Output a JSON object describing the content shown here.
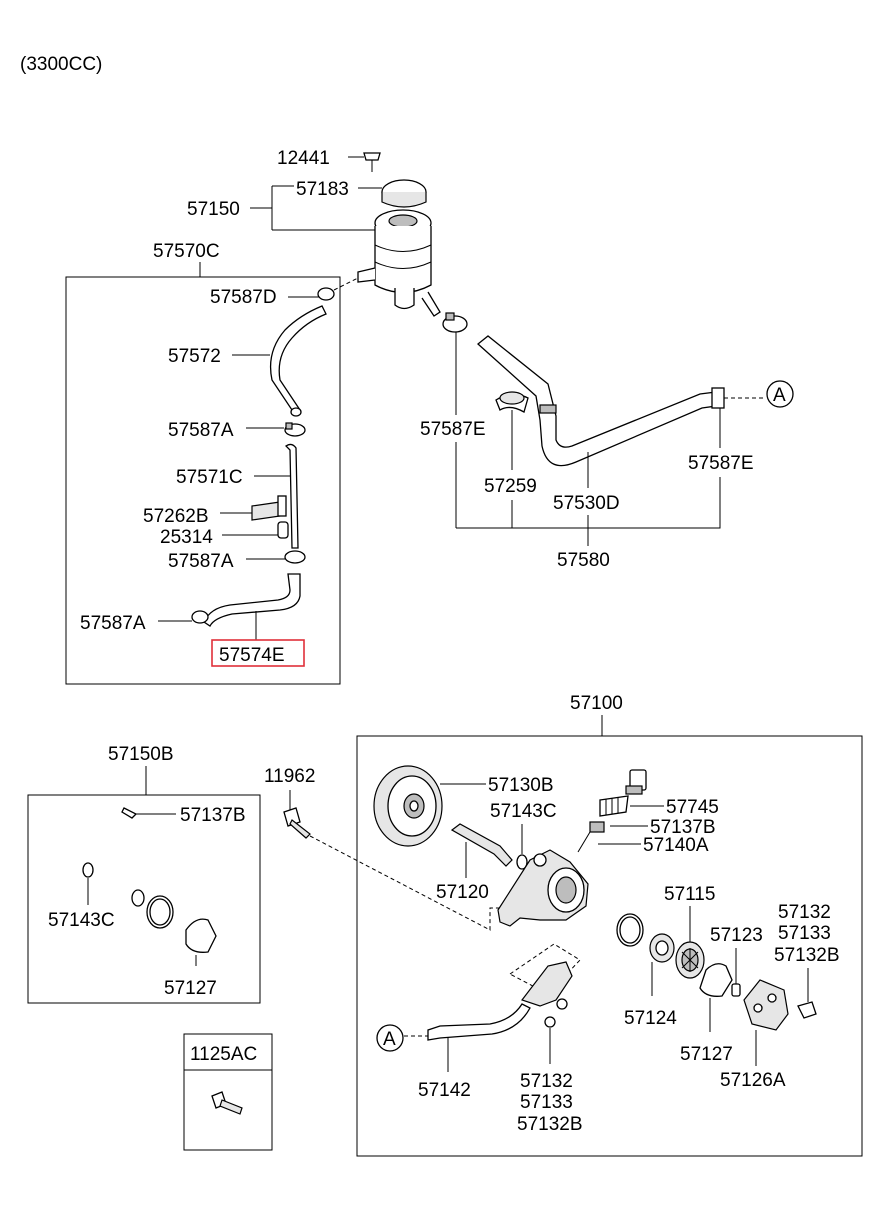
{
  "diagram": {
    "engine_note": "(3300CC)",
    "circle_marker": "A",
    "labels": {
      "p12441": "12441",
      "p57183": "57183",
      "p57150": "57150",
      "p57570C": "57570C",
      "p57587D": "57587D",
      "p57572": "57572",
      "p57587A_1": "57587A",
      "p57571C": "57571C",
      "p57262B": "57262B",
      "p25314": "25314",
      "p57587A_2": "57587A",
      "p57587A_3": "57587A",
      "p57574E": "57574E",
      "p57587E_1": "57587E",
      "p57259": "57259",
      "p57530D": "57530D",
      "p57587E_2": "57587E",
      "p57580": "57580",
      "p57100": "57100",
      "p57150B": "57150B",
      "p57137B_1": "57137B",
      "p57143C_1": "57143C",
      "p57127_1": "57127",
      "p11962": "11962",
      "p57130B": "57130B",
      "p57143C_2": "57143C",
      "p57745": "57745",
      "p57137B_2": "57137B",
      "p57140A": "57140A",
      "p57120": "57120",
      "p57115": "57115",
      "p57132_1": "57132",
      "p57133_1": "57133",
      "p57132B_1": "57132B",
      "p57123": "57123",
      "p57124": "57124",
      "p57127_2": "57127",
      "p57126A": "57126A",
      "p57142": "57142",
      "p57132_2": "57132",
      "p57133_2": "57133",
      "p57132B_2": "57132B",
      "p1125AC": "1125AC"
    },
    "highlight_color": "#e0303a"
  }
}
